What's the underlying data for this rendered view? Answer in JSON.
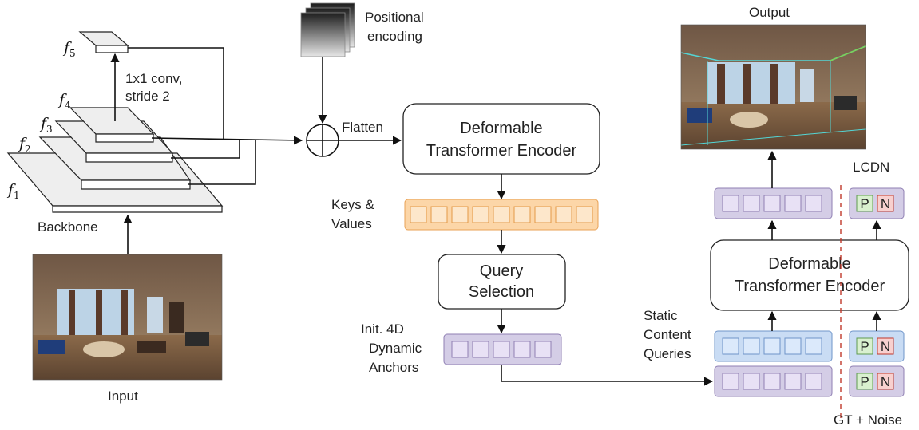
{
  "labels": {
    "f1": "f",
    "f1_sub": "1",
    "f2": "f",
    "f2_sub": "2",
    "f3": "f",
    "f3_sub": "3",
    "f4": "f",
    "f4_sub": "4",
    "f5": "f",
    "f5_sub": "5",
    "conv_line1": "1x1 conv,",
    "conv_line2": "stride 2",
    "backbone": "Backbone",
    "input": "Input",
    "positional_line1": "Positional",
    "positional_line2": "encoding",
    "flatten": "Flatten",
    "encoder_line1": "Deformable",
    "encoder_line2": "Transformer Encoder",
    "keys_line1": "Keys &",
    "keys_line2": "Values",
    "query_line1": "Query",
    "query_line2": "Selection",
    "anchors_line1": "Init. 4D",
    "anchors_line2": "Dynamic",
    "anchors_line3": "Anchors",
    "static_line1": "Static",
    "static_line2": "Content",
    "static_line3": "Queries",
    "decoder_line1": "Deformable",
    "decoder_line2": "Transformer Encoder",
    "output": "Output",
    "lcdn": "LCDN",
    "gt_noise": "GT + Noise",
    "p": "P",
    "n": "N"
  },
  "colors": {
    "token_purple": "#e8e1f5",
    "token_blue": "#dbe9fb",
    "token_orange": "#fde7cb",
    "p_green": "#d9f0cf",
    "n_red": "#f8d0cf",
    "divider_red": "#c0392b"
  }
}
